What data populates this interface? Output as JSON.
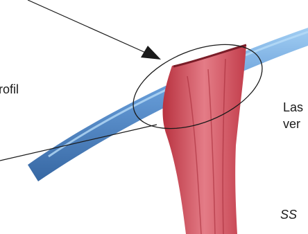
{
  "labels": {
    "left_partial": "rofil",
    "right_line_1": "Las",
    "right_line_2": "ver",
    "bottom_right": "SS"
  },
  "colors": {
    "background": "#ffffff",
    "blue_band": "#3f7fc6",
    "blue_highlight": "#8cc2f0",
    "red_structure": "#d04a58",
    "red_light": "#ea8b95",
    "outline": "#1a1a1a"
  },
  "elements": {
    "pointer_arrow": "arrowhead",
    "highlight_ellipse": "ellipse"
  }
}
